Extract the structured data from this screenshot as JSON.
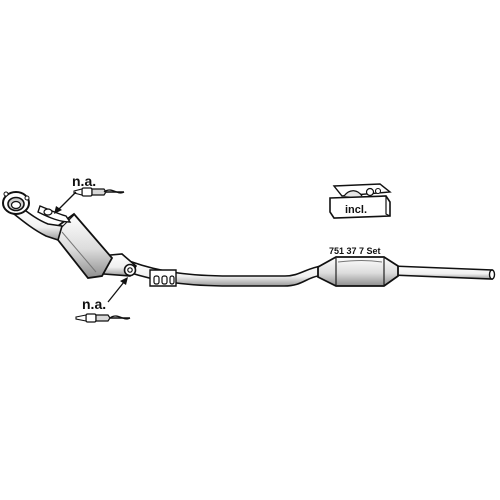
{
  "labels": {
    "sensor_top": "n.a.",
    "sensor_bottom": "n.a.",
    "kit_box": "incl.",
    "part_number": "751 37 7 Set"
  },
  "colors": {
    "stroke": "#111111",
    "fill": "#ffffff",
    "shade": "#bdbdbd",
    "dark_shade": "#8a8a8a"
  },
  "icons": {
    "top_sensor": "oxygen-sensor-icon",
    "bottom_sensor": "oxygen-sensor-icon",
    "kit": "mounting-kit-box-icon"
  }
}
